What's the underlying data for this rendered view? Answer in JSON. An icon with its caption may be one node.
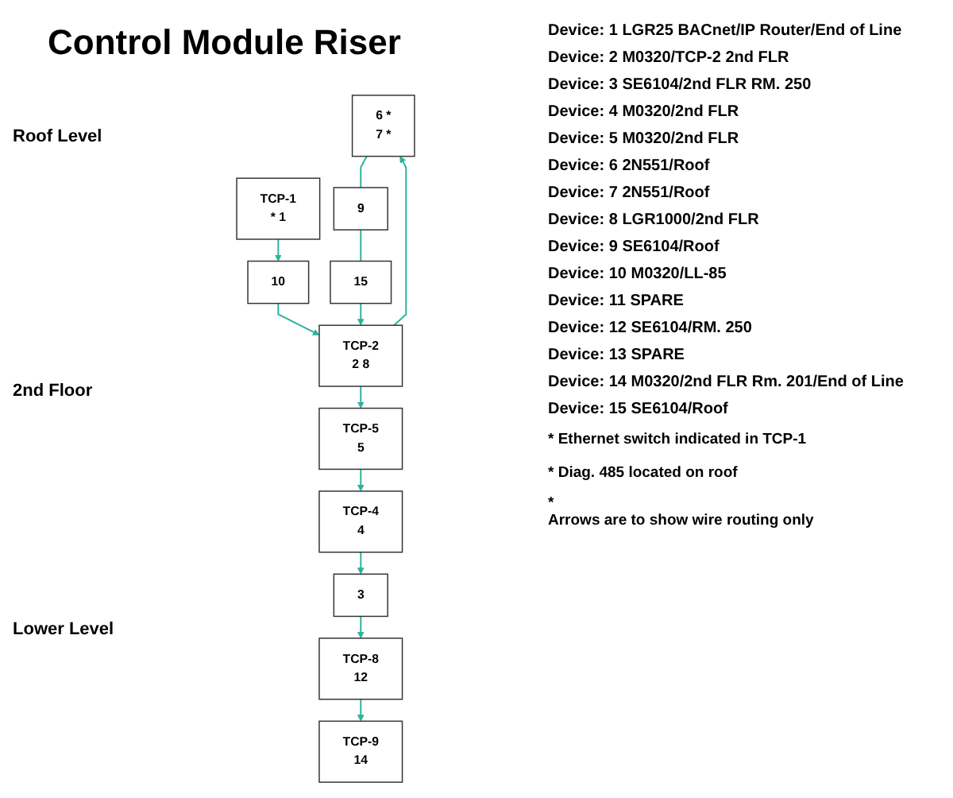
{
  "diagram": {
    "title": "Control Module Riser",
    "nodes": [
      {
        "text": [
          "6 *",
          "7 *"
        ]
      },
      {
        "text": [
          "9"
        ]
      },
      {
        "text": [
          "15"
        ]
      },
      {
        "text": [
          "TCP-1",
          "* 1"
        ]
      },
      {
        "text": [
          "TCP-2",
          "2 8"
        ]
      },
      {
        "text": [
          "3"
        ]
      },
      {
        "text": [
          "TCP-4",
          "4"
        ]
      },
      {
        "text": [
          "TCP-5",
          "5"
        ]
      },
      {
        "text": [
          "TCP-8",
          "12"
        ]
      },
      {
        "text": [
          "TCP-9",
          "14"
        ]
      },
      {
        "text": [
          "10"
        ]
      }
    ],
    "edges": [
      {
        "from": 3,
        "to": 10,
        "arrow": "to"
      },
      {
        "from": 10,
        "to": 4,
        "arrow": "to"
      },
      {
        "from": 4,
        "to": 0,
        "arrow": "to"
      },
      {
        "from": 0,
        "to": 1,
        "arrow": "none"
      },
      {
        "from": 1,
        "to": 2,
        "arrow": "none"
      },
      {
        "from": 2,
        "to": 4,
        "arrow": "to"
      },
      {
        "from": 4,
        "to": 7,
        "arrow": "to"
      },
      {
        "from": 7,
        "to": 6,
        "arrow": "to"
      },
      {
        "from": 6,
        "to": 5,
        "arrow": "to"
      },
      {
        "from": 5,
        "to": 8,
        "arrow": "to"
      },
      {
        "from": 8,
        "to": 9,
        "arrow": "to"
      }
    ],
    "labels": [
      "Roof Level",
      "2nd Floor",
      "Lower Level",
      "Device: 1 LGR25 BACnet/IP Router/End of Line",
      "Device: 2 M0320/TCP-2 2nd FLR",
      "Device: 3 SE6104/2nd FLR RM. 250",
      "Device: 4 M0320/2nd FLR",
      "Device: 5 M0320/2nd FLR",
      "Device: 6 2N551/Roof",
      "Device: 7 2N551/Roof",
      "Device: 8 LGR1000/2nd FLR",
      "Device: 9 SE6104/Roof",
      "Device: 10 M0320/LL-85",
      "Device: 11 SPARE",
      "Device: 12 SE6104/RM. 250",
      "Device: 13 SPARE",
      "Device: 14 M0320/2nd FLR Rm. 201/End of Line",
      "Device: 15 SE6104/Roof",
      "* Ethernet switch indicated in TCP-1",
      "* Diag. 485 located on roof",
      "*",
      "Arrows are to show wire routing only"
    ]
  }
}
